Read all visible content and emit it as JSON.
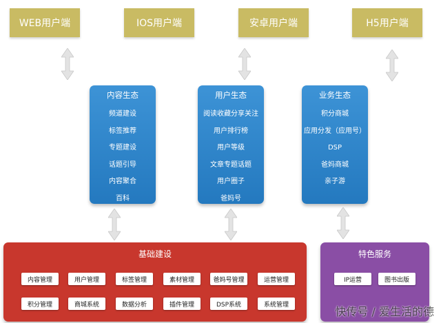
{
  "clients": [
    "WEB用户端",
    "IOS用户端",
    "安卓用户端",
    "H5用户端"
  ],
  "ecosystems": [
    {
      "title": "内容生态",
      "items": [
        "频道建设",
        "标签推荐",
        "专题建设",
        "话题引导",
        "内容聚合",
        "百科"
      ]
    },
    {
      "title": "用户生态",
      "items": [
        "阅读收藏分享关注",
        "用户排行榜",
        "用户等级",
        "文章专题话题",
        "用户圈子",
        "爸妈号"
      ]
    },
    {
      "title": "业务生态",
      "items": [
        "积分商城",
        "应用分发（应用号）",
        "DSP",
        "爸妈商城",
        "亲子游"
      ]
    }
  ],
  "infrastructure": {
    "title": "基础建设",
    "modules": [
      "内容管理",
      "用户管理",
      "标签管理",
      "素材管理",
      "爸妈号管理",
      "运营管理",
      "积分管理",
      "商城系统",
      "数据分析",
      "插件管理",
      "DSP系统",
      "系统管理"
    ]
  },
  "special_services": {
    "title": "特色服务",
    "modules": [
      "IP运营",
      "图书出版"
    ]
  },
  "watermark": "快传号 / 爱生活的德"
}
